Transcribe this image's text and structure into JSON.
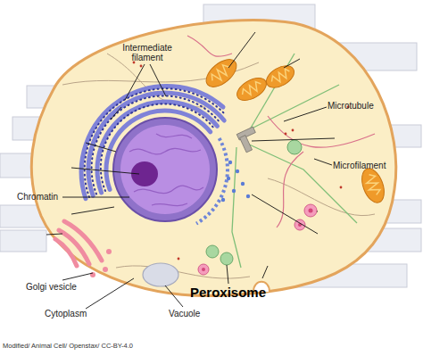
{
  "diagram": {
    "caption": "Modified/ Animal Cell/ Openstax/ CC-BY-4.0",
    "labels": [
      "Intermediate filament",
      "Microtubule",
      "Microfilament",
      "Chromatin",
      "Golgi vesicle",
      "Cytoplasm",
      "Vacuole",
      "Peroxisome"
    ]
  }
}
